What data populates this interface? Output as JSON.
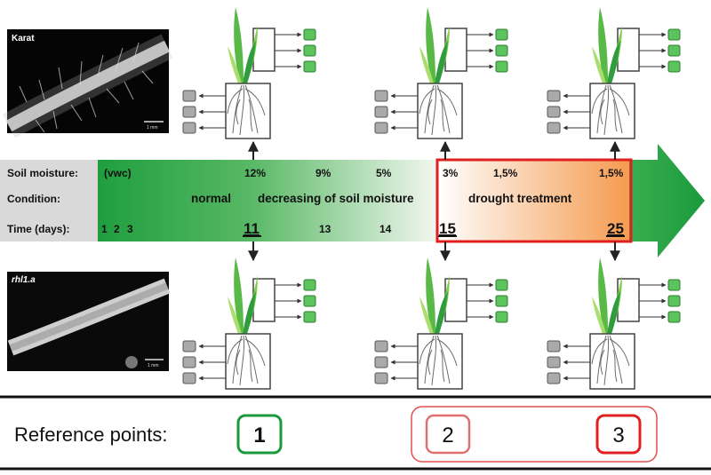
{
  "photos": {
    "top_label": "Karat",
    "top_scale": "1 mm",
    "bottom_label": "rhl1.a",
    "bottom_scale": "1 mm"
  },
  "rows": {
    "soil_moisture_label": "Soil moisture:",
    "condition_label": "Condition:",
    "time_label": "Time (days):"
  },
  "soil_moisture": {
    "unit": "(vwc)",
    "v12": "12%",
    "v9": "9%",
    "v5": "5%",
    "v3": "3%",
    "v15a": "1,5%",
    "v15b": "1,5%"
  },
  "condition": {
    "normal": "normal",
    "decreasing": "decreasing of soil moisture",
    "drought": "drought treatment"
  },
  "time": {
    "d1": "1",
    "d2": "2",
    "d3": "3",
    "d11": "11",
    "d13": "13",
    "d14": "14",
    "d15": "15",
    "d25": "25"
  },
  "reference": {
    "title": "Reference points:",
    "p1": "1",
    "p2": "2",
    "p3": "3"
  },
  "colors": {
    "green": "#1a9a3c",
    "orange": "#f7a35a",
    "red": "#e02020",
    "organ_green": "#5cc45c",
    "organ_grey": "#aaaaaa"
  }
}
